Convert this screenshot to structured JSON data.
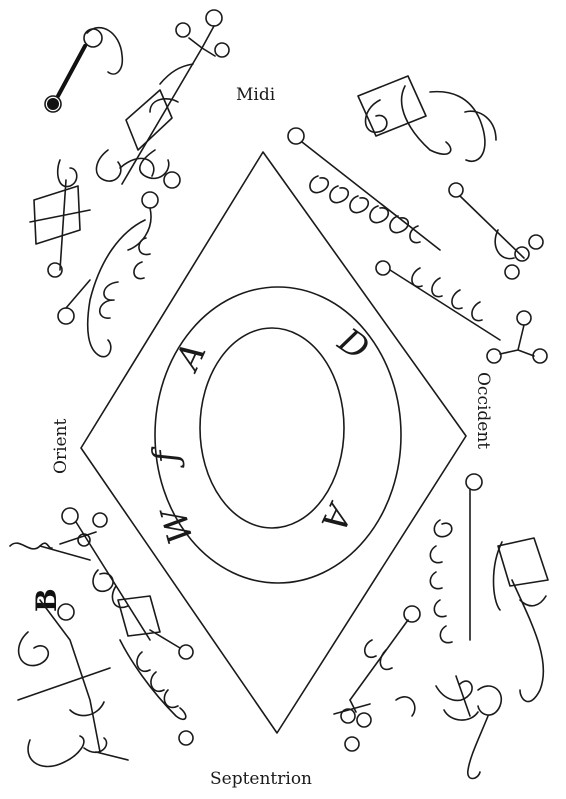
{
  "directions": {
    "north": "Midi",
    "east": "Occident",
    "south": "Septentrion",
    "west": "Orient"
  },
  "inner_letters": {
    "top_left": "A",
    "top_right": "D",
    "bottom_right": "A",
    "left_lower_1": "ƒ",
    "left_lower_2": "W"
  },
  "corner_glyph": "B"
}
